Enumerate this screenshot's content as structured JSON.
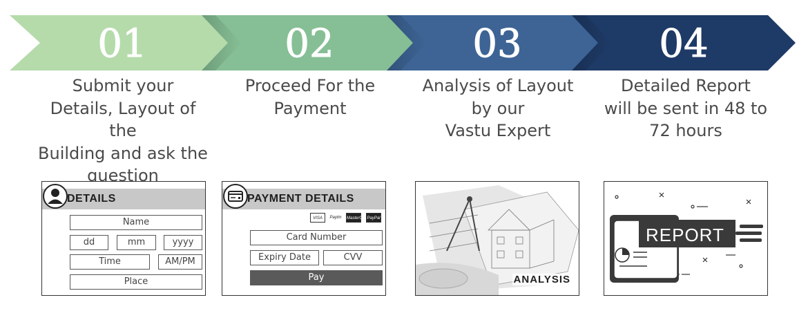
{
  "steps": [
    {
      "number": "01",
      "text": "Submit your\nDetails, Layout of the\nBuilding and ask the\nquestion",
      "color": "#b5dbab"
    },
    {
      "number": "02",
      "text": "Proceed For the\nPayment",
      "color": "#86bf95"
    },
    {
      "number": "03",
      "text": "Analysis of Layout\nby our\nVastu Expert",
      "color": "#3d6495"
    },
    {
      "number": "04",
      "text": "Detailed Report\nwill be sent in 48 to\n72 hours",
      "color": "#1e3a66"
    }
  ],
  "details_form": {
    "title": "DETAILS",
    "name": "Name",
    "day": "dd",
    "month": "mm",
    "year": "yyyy",
    "time": "Time",
    "ampm": "AM/PM",
    "place": "Place",
    "icon": "user-icon"
  },
  "payment_form": {
    "title": "PAYMENT DETAILS",
    "card_number": "Card Number",
    "expiry": "Expiry Date",
    "cvv": "CVV",
    "pay": "Pay",
    "logos": [
      "VISA",
      "Paytm",
      "MasterCard",
      "PayPal"
    ],
    "icon": "credit-card-icon"
  },
  "analysis_card": {
    "label": "ANALYSIS"
  },
  "report_card": {
    "label": "REPORT"
  }
}
